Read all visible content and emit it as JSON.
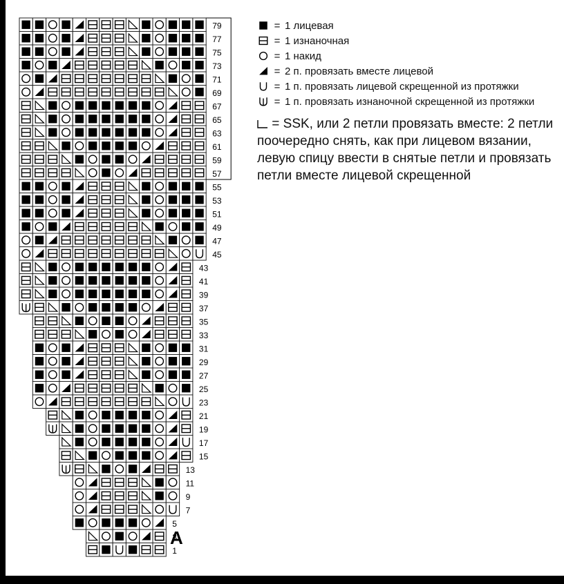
{
  "chart_letter": "А",
  "legend": [
    {
      "symbol": "knit-square",
      "eq": "=",
      "text": "1 лицевая"
    },
    {
      "symbol": "purl-box",
      "eq": "=",
      "text": "1 изнаночная"
    },
    {
      "symbol": "yarn-over-circle",
      "eq": "=",
      "text": "1 накид"
    },
    {
      "symbol": "k2tog-triangle",
      "eq": "=",
      "text": "2 п. провязать вместе лицевой"
    },
    {
      "symbol": "ktbl-u",
      "eq": "=",
      "text": "1 п. провязать лицевой скрещенной из протяжки"
    },
    {
      "symbol": "ptbl-u",
      "eq": "=",
      "text": "1 п. провязать изнаночной скрещенной из протяжки"
    }
  ],
  "ssk_note": {
    "symbol": "ssk-triangle",
    "text": "= SSK, или 2 петли провязать вместе: 2 петли поочередно снять, как при лицевом вязании, левую спицу ввести в снятые петли и провязать петли вместе лицевой скрещенной"
  },
  "symbol_key": {
    "K": "knit-square",
    "P": "purl-box",
    "O": "yarn-over-circle",
    "T": "k2tog-triangle",
    "S": "ssk-triangle",
    "U": "ktbl-u",
    "W": "ptbl-u"
  },
  "chart_rows": [
    {
      "num": "79",
      "start": 0,
      "cells": "KKOKTPPPSKOKKK"
    },
    {
      "num": "77",
      "start": 0,
      "cells": "KKOKTPPPSKOKKK"
    },
    {
      "num": "75",
      "start": 0,
      "cells": "KKOKTPPPSKOKKK"
    },
    {
      "num": "73",
      "start": 0,
      "cells": "KOKTPPPPPSKOKK"
    },
    {
      "num": "71",
      "start": 0,
      "cells": "OKTPPPPPPPSKOK"
    },
    {
      "num": "69",
      "start": 0,
      "cells": "OTPPPPPPPPPSOK"
    },
    {
      "num": "67",
      "start": 0,
      "cells": "PSKOKKKKKKOTPP"
    },
    {
      "num": "65",
      "start": 0,
      "cells": "PSKOKKKKKKOTPP"
    },
    {
      "num": "63",
      "start": 0,
      "cells": "PSKOKKKKKKOTPP"
    },
    {
      "num": "61",
      "start": 0,
      "cells": "PPSKOKKKKOTPPP"
    },
    {
      "num": "59",
      "start": 0,
      "cells": "PPPSKOKKOTPPPP"
    },
    {
      "num": "57",
      "start": 0,
      "cells": "PPPPSOKOTPPPPP"
    },
    {
      "num": "55",
      "start": 0,
      "cells": "KKOKTPPPSKOKKK"
    },
    {
      "num": "53",
      "start": 0,
      "cells": "KKOKTPPPSKOKKK"
    },
    {
      "num": "51",
      "start": 0,
      "cells": "KKOKTPPPSKOKKK"
    },
    {
      "num": "49",
      "start": 0,
      "cells": "KOKTPPPPPSKOKK"
    },
    {
      "num": "47",
      "start": 0,
      "cells": "OKTPPPPPPPSKOK"
    },
    {
      "num": "45",
      "start": 0,
      "cells": "OTPPPPPPPPPSOU"
    },
    {
      "num": "43",
      "start": 0,
      "cells": "PSKOKKKKKKOTP"
    },
    {
      "num": "41",
      "start": 0,
      "cells": "PSKOKKKKKKOTP"
    },
    {
      "num": "39",
      "start": 0,
      "cells": "PSKOKKKKKKOTP"
    },
    {
      "num": "37",
      "start": 0,
      "cells": "WPSKOKKKKOTPP"
    },
    {
      "num": "35",
      "start": 1,
      "cells": "PPSKOKKOTPPP"
    },
    {
      "num": "33",
      "start": 1,
      "cells": "PPPSKOKOTPPP"
    },
    {
      "num": "31",
      "start": 1,
      "cells": "KOKTPPPSKOKK"
    },
    {
      "num": "29",
      "start": 1,
      "cells": "KOKTPPPSKOKK"
    },
    {
      "num": "27",
      "start": 1,
      "cells": "KOKTPPPSKOKK"
    },
    {
      "num": "25",
      "start": 1,
      "cells": "KOTPPPPPSKOK"
    },
    {
      "num": "23",
      "start": 1,
      "cells": "OTPPPPPPPSOU"
    },
    {
      "num": "21",
      "start": 2,
      "cells": "PSKOKKKKOTP"
    },
    {
      "num": "19",
      "start": 2,
      "cells": "WSKOKKKKOTP"
    },
    {
      "num": "17",
      "start": 3,
      "cells": "SKOKKKKOTU"
    },
    {
      "num": "15",
      "start": 3,
      "cells": "PSKOKKKOTP"
    },
    {
      "num": "13",
      "start": 3,
      "cells": "WPSKOKTPP"
    },
    {
      "num": "11",
      "start": 4,
      "cells": "OTPPPSKO"
    },
    {
      "num": "9",
      "start": 4,
      "cells": "OTPPPSKO"
    },
    {
      "num": "7",
      "start": 4,
      "cells": "OTPPPSOU"
    },
    {
      "num": "5",
      "start": 4,
      "cells": "KOKKKOT"
    },
    {
      "num": "3",
      "start": 5,
      "cells": "SOKOTP"
    },
    {
      "num": "1",
      "start": 5,
      "cells": "PKUKPP"
    }
  ]
}
